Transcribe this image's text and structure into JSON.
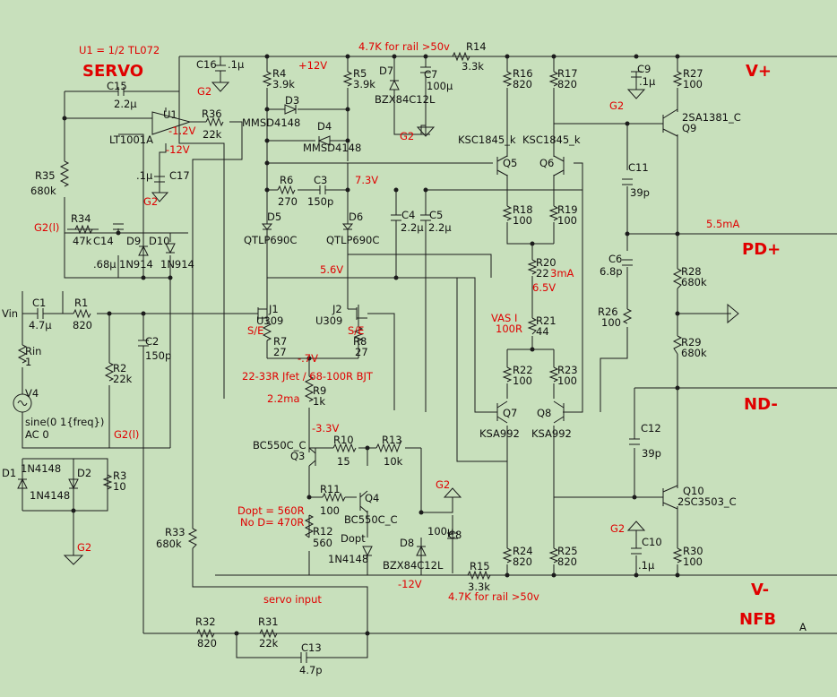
{
  "title": "SERVO",
  "notes": {
    "u1": "U1 = 1/2 TL072",
    "rail_top": "4.7K for rail >50v",
    "rail_bottom": "4.7K for rail >50v",
    "jfet": "22-33R Jfet / 68-100R BJT",
    "dopt": "Dopt = 560R",
    "nod": "No D= 470R",
    "servo_input": "servo input"
  },
  "nets": {
    "vplus": "V+",
    "vminus": "V-",
    "pdplus": "PD+",
    "ndminus": "ND-",
    "nfb": "NFB",
    "a": "A",
    "vin": "Vin",
    "g2": "G2",
    "g2l": "G2(l)"
  },
  "voltages": {
    "p12": "+12V",
    "m12a": "-12V",
    "m12b": "-12V",
    "m1_2": "-1.2V",
    "v7_3": "7.3V",
    "v5_6": "5.6V",
    "m0_7": "-.7V",
    "m3_3": "-3.3V",
    "v6_5": "6.5V",
    "i3": "3mA",
    "i2_2": "2.2ma",
    "i5_5": "5.5mA",
    "vas": "VAS I",
    "vas_r": "100R",
    "se1": "S/E",
    "se2": "S/E"
  },
  "parts": [
    {
      "ref": "U1",
      "val": "LT1001A"
    },
    {
      "ref": "C15",
      "val": "2.2µ"
    },
    {
      "ref": "R36",
      "val": "22k"
    },
    {
      "ref": "C16",
      "val": ".1µ"
    },
    {
      "ref": "C17",
      "val": ".1µ"
    },
    {
      "ref": "R35",
      "val": "680k"
    },
    {
      "ref": "R34",
      "val": "47k"
    },
    {
      "ref": "C14",
      "val": ".68µ"
    },
    {
      "ref": "D9",
      "val": "1N914"
    },
    {
      "ref": "D10",
      "val": "1N914"
    },
    {
      "ref": "R4",
      "val": "3.9k"
    },
    {
      "ref": "R5",
      "val": "3.9k"
    },
    {
      "ref": "D3",
      "val": "MMSD4148"
    },
    {
      "ref": "D4",
      "val": "MMSD4148"
    },
    {
      "ref": "D7",
      "val": "BZX84C12L"
    },
    {
      "ref": "C7",
      "val": "100µ"
    },
    {
      "ref": "R14",
      "val": "3.3k"
    },
    {
      "ref": "R6",
      "val": "270"
    },
    {
      "ref": "C3",
      "val": "150p"
    },
    {
      "ref": "D5",
      "val": "QTLP690C"
    },
    {
      "ref": "D6",
      "val": "QTLP690C"
    },
    {
      "ref": "C4",
      "val": "2.2µ"
    },
    {
      "ref": "C5",
      "val": "2.2µ"
    },
    {
      "ref": "J1",
      "val": "U309"
    },
    {
      "ref": "J2",
      "val": "U309"
    },
    {
      "ref": "R7",
      "val": "27"
    },
    {
      "ref": "R8",
      "val": "27"
    },
    {
      "ref": "R9",
      "val": "1k"
    },
    {
      "ref": "C1",
      "val": "4.7µ"
    },
    {
      "ref": "R1",
      "val": "820"
    },
    {
      "ref": "Rin",
      "val": "1"
    },
    {
      "ref": "V4",
      "val": "sine(0 1{freq})"
    },
    {
      "ref": "AC",
      "val": "AC 0"
    },
    {
      "ref": "R2",
      "val": "22k"
    },
    {
      "ref": "C2",
      "val": "150p"
    },
    {
      "ref": "D1",
      "val": "1N4148"
    },
    {
      "ref": "D2",
      "val": "1N4148"
    },
    {
      "ref": "R3",
      "val": "10"
    },
    {
      "ref": "Q3",
      "val": "BC550C_C"
    },
    {
      "ref": "R10",
      "val": "15"
    },
    {
      "ref": "R13",
      "val": "10k"
    },
    {
      "ref": "R11",
      "val": "100"
    },
    {
      "ref": "Q4",
      "val": "BC550C_C"
    },
    {
      "ref": "R12",
      "val": "560"
    },
    {
      "ref": "Dopt",
      "val": "1N4148"
    },
    {
      "ref": "D8",
      "val": "BZX84C12L"
    },
    {
      "ref": "C8",
      "val": "100µ"
    },
    {
      "ref": "R15",
      "val": "3.3k"
    },
    {
      "ref": "R33",
      "val": "680k"
    },
    {
      "ref": "R32",
      "val": "820"
    },
    {
      "ref": "R31",
      "val": "22k"
    },
    {
      "ref": "C13",
      "val": "4.7p"
    },
    {
      "ref": "R16",
      "val": "820"
    },
    {
      "ref": "R17",
      "val": "820"
    },
    {
      "ref": "Q5",
      "val": "KSC1845_k"
    },
    {
      "ref": "Q6",
      "val": "KSC1845_k"
    },
    {
      "ref": "R18",
      "val": "100"
    },
    {
      "ref": "R19",
      "val": "100"
    },
    {
      "ref": "R20",
      "val": "22"
    },
    {
      "ref": "R21",
      "val": "44"
    },
    {
      "ref": "R22",
      "val": "100"
    },
    {
      "ref": "R23",
      "val": "100"
    },
    {
      "ref": "Q7",
      "val": "KSA992"
    },
    {
      "ref": "Q8",
      "val": "KSA992"
    },
    {
      "ref": "R24",
      "val": "820"
    },
    {
      "ref": "R25",
      "val": "820"
    },
    {
      "ref": "C9",
      "val": ".1µ"
    },
    {
      "ref": "R27",
      "val": "100"
    },
    {
      "ref": "Q9",
      "val": "2SA1381_C"
    },
    {
      "ref": "C11",
      "val": "39p"
    },
    {
      "ref": "C6",
      "val": "6.8p"
    },
    {
      "ref": "R26",
      "val": "100"
    },
    {
      "ref": "R28",
      "val": "680k"
    },
    {
      "ref": "R29",
      "val": "680k"
    },
    {
      "ref": "C12",
      "val": "39p"
    },
    {
      "ref": "Q10",
      "val": "2SC3503_C"
    },
    {
      "ref": "C10",
      "val": ".1µ"
    },
    {
      "ref": "R30",
      "val": "100"
    }
  ]
}
